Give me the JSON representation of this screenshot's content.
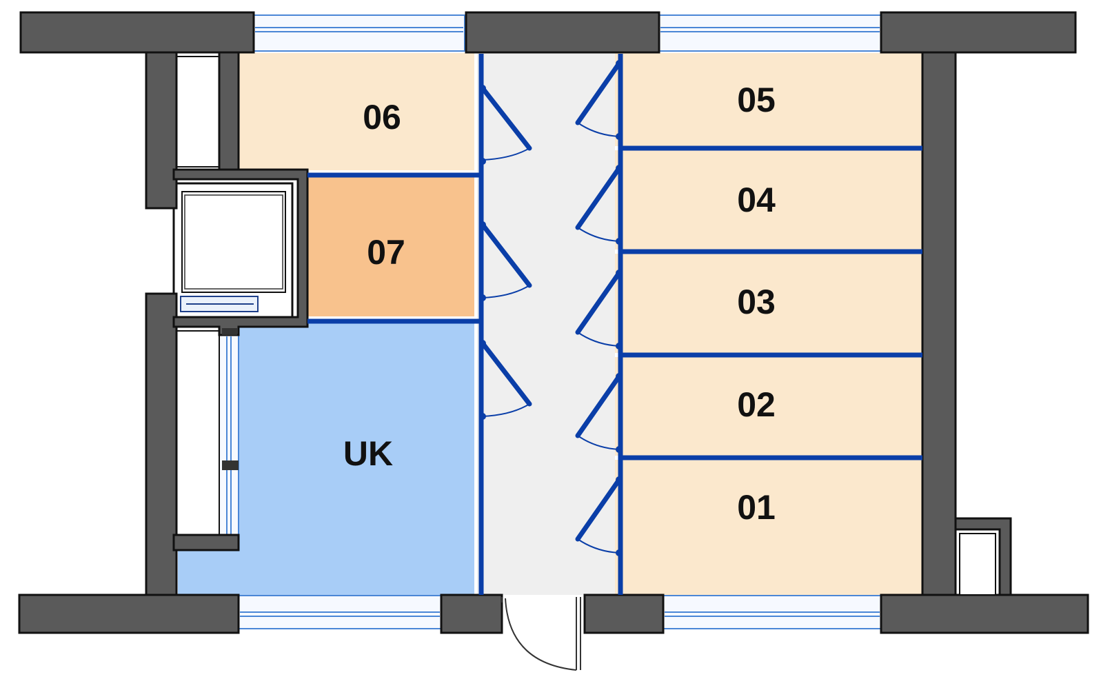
{
  "colors": {
    "background": "#ffffff",
    "wall": "#5a5a5a",
    "wall_outline": "#111111",
    "partition": "#0a3ea8",
    "window_frame": "#4a86d6",
    "corridor": "#efefef",
    "storage_unit": "#fbe8cd",
    "room_07": "#f8c28d",
    "room_uk": "#a8cdf7"
  },
  "rooms": [
    {
      "key": "06",
      "label": "06"
    },
    {
      "key": "07",
      "label": "07"
    },
    {
      "key": "uk",
      "label": "UK"
    },
    {
      "key": "05",
      "label": "05"
    },
    {
      "key": "04",
      "label": "04"
    },
    {
      "key": "03",
      "label": "03"
    },
    {
      "key": "02",
      "label": "02"
    },
    {
      "key": "01",
      "label": "01"
    }
  ]
}
